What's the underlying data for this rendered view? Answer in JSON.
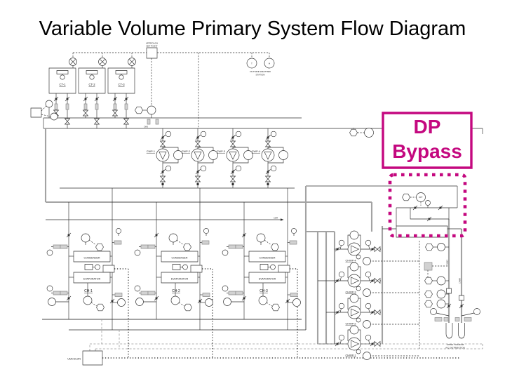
{
  "slide": {
    "title": "Variable Volume Primary System Flow Diagram"
  },
  "colors": {
    "accent_magenta": "#c4087f",
    "line": "#2e2e2e",
    "pipe_gray": "#a3a3a3"
  },
  "callout": {
    "line1": "DP",
    "line2": "Bypass"
  },
  "cooling": {
    "towers": [
      {
        "label": "CT-1"
      },
      {
        "label": "CT-2"
      },
      {
        "label": "CT-3"
      }
    ],
    "controller": {
      "line1": "APPROACH",
      "line2": "SET POINT"
    },
    "weather": {
      "t": "T",
      "h": "H",
      "line1": "OUTSIDE WEATHER",
      "line2": "STATION"
    }
  },
  "condenser_water": {
    "pumps": [
      {
        "label": "CWP-1"
      },
      {
        "label": "CWP-2"
      },
      {
        "label": "CWP-3"
      },
      {
        "label": "CWP-4"
      }
    ],
    "supply_label": "CWS",
    "return_label": "CWR"
  },
  "chillers": [
    {
      "label": "CH-1",
      "condenser": "CONDENSER",
      "evaporator": "EVAPORATOR"
    },
    {
      "label": "CH-2",
      "condenser": "CONDENSER",
      "evaporator": "EVAPORATOR"
    },
    {
      "label": "CH-3",
      "condenser": "CONDENSER",
      "evaporator": "EVAPORATOR"
    }
  ],
  "chilled_water": {
    "pumps": [
      {
        "label": "CHWP-4"
      },
      {
        "label": "CHWP-3"
      },
      {
        "label": "CHWP-2"
      },
      {
        "label": "CHWP-1"
      }
    ],
    "supply_label": "CHWS",
    "return_label": "CHWR",
    "distribution_line1": "CHWS TO/FROM",
    "distribution_line2": "A/C DISTRIBUTION"
  },
  "controls": {
    "panel_label": "UMCS/LAN",
    "vfd": "VFD",
    "dp_sensor": "DPT"
  }
}
